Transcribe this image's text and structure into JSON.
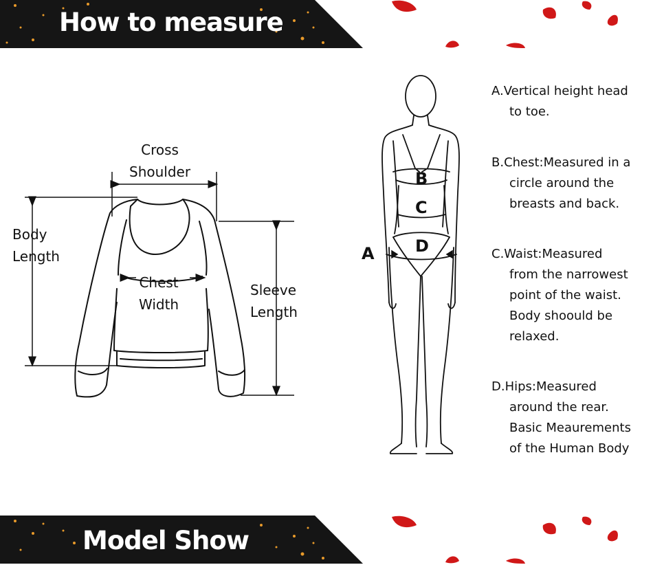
{
  "banners": {
    "top_title": "How to measure",
    "bottom_title": "Model Show"
  },
  "sweater_labels": {
    "cross_shoulder": [
      "Cross",
      "Shoulder"
    ],
    "body_length": [
      "Body",
      "Length"
    ],
    "chest_width": [
      "Chest",
      "Width"
    ],
    "sleeve_length": [
      "Sleeve",
      "Length"
    ]
  },
  "figure_letters": {
    "a": "A",
    "b": "B",
    "c": "C",
    "d": "D"
  },
  "descriptions": [
    {
      "lines": [
        "A.Vertical height head",
        "to toe."
      ]
    },
    {
      "lines": [
        "B.Chest:Measured in a",
        "circle around the",
        "breasts and back."
      ]
    },
    {
      "lines": [
        "C.Waist:Measured",
        "from the narrowest",
        "point of the waist.",
        "Body shoould be",
        "relaxed."
      ]
    },
    {
      "lines": [
        "D.Hips:Measured",
        "around the rear.",
        "Basic Meaurements",
        "of the Human Body"
      ]
    }
  ],
  "colors": {
    "banner_bg": "#151515",
    "petal": "#d01818",
    "ember": "#e89a2a"
  }
}
